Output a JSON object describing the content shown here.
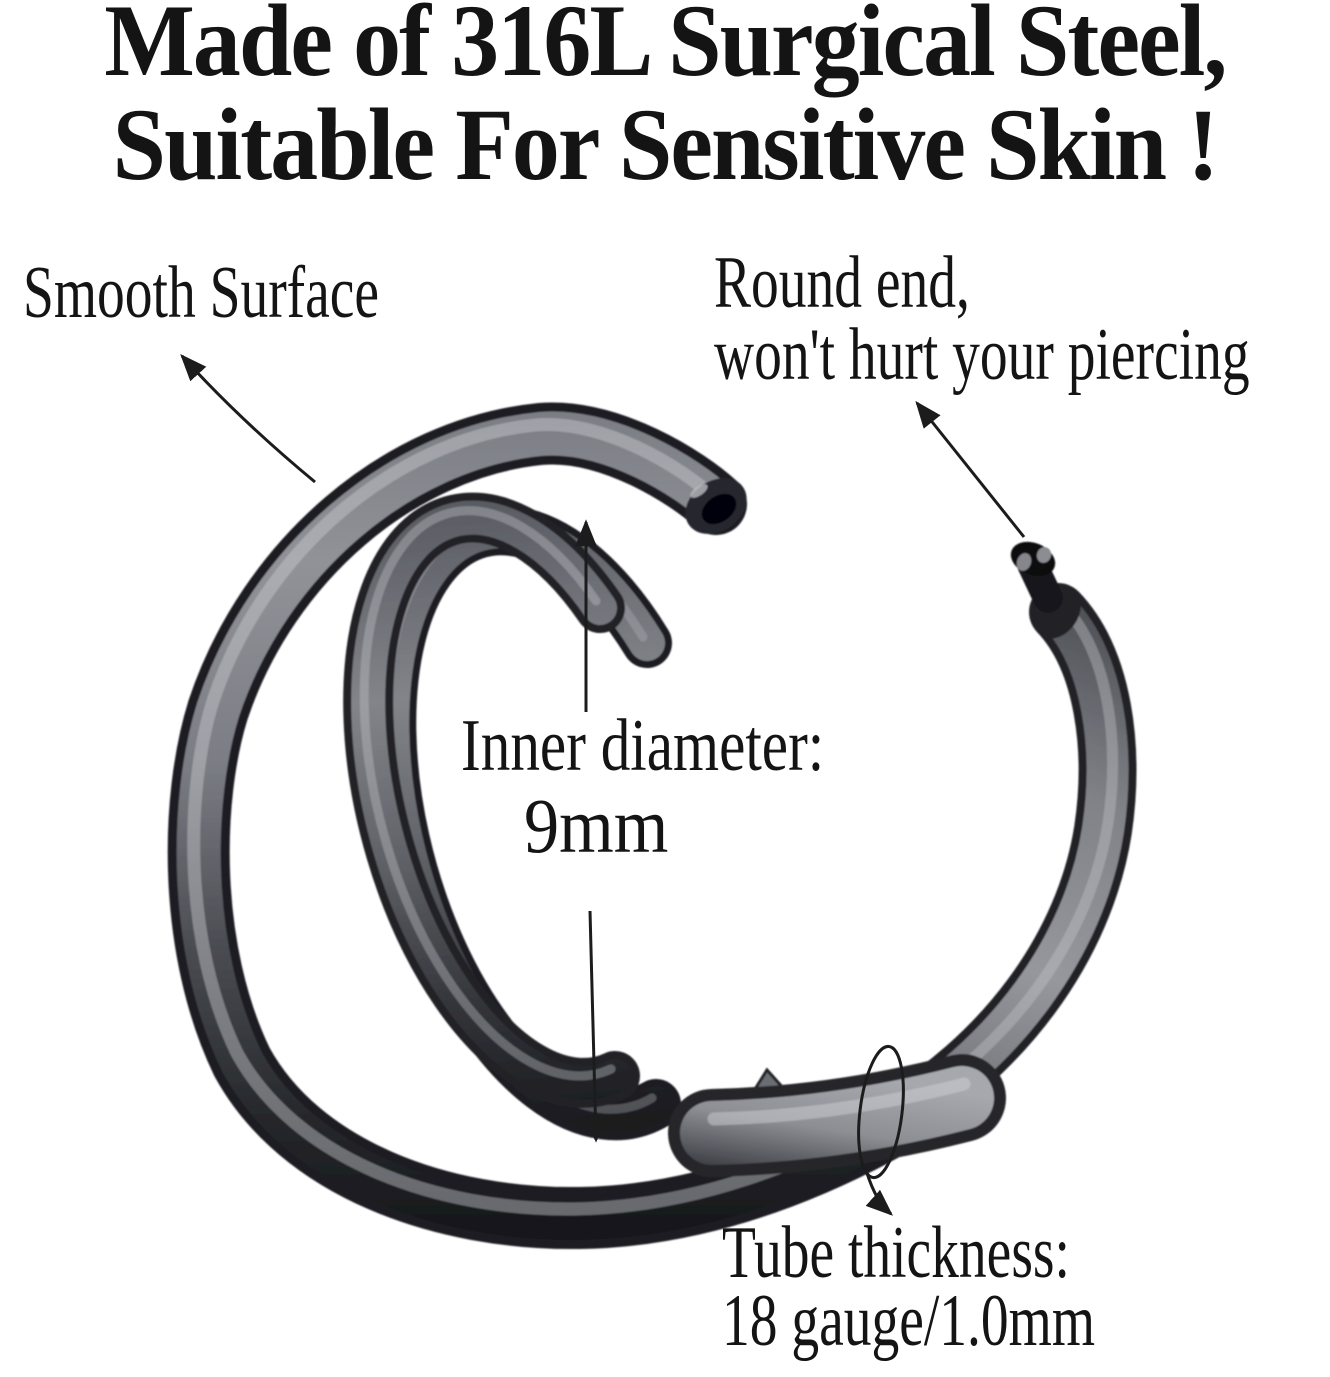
{
  "title": {
    "line1": "Made of 316L Surgical Steel,",
    "line2": "Suitable For Sensitive Skin !"
  },
  "callouts": {
    "smooth_surface": {
      "text": "Smooth Surface"
    },
    "round_end": {
      "line1": "Round end,",
      "line2": "won't hurt your piercing"
    },
    "inner_diameter": {
      "label": "Inner diameter:",
      "value": "9mm"
    },
    "tube_thickness": {
      "label": "Tube thickness:",
      "value": "18 gauge/1.0mm"
    }
  },
  "colors": {
    "background": "#ffffff",
    "text": "#141414",
    "arrow": "#1c1c1c",
    "metal_highlight": "#c9cbd0",
    "metal_light": "#9fa1a7",
    "metal_mid": "#84868c",
    "metal_shadow": "#3f4146",
    "metal_dark": "#17181c"
  }
}
